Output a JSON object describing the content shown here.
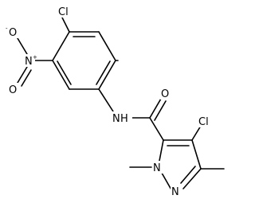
{
  "molecule": {
    "atoms": {
      "cl_top": "Cl",
      "n_nitro": "N",
      "n_nitro_charge": "+",
      "o_nitro_single": "O",
      "o_nitro_single_charge": "-",
      "o_nitro_double": "O",
      "n_amide": "N",
      "h_amide": "H",
      "o_carbonyl": "O",
      "cl_pyrazole": "Cl",
      "n1_pyrazole": "N",
      "n2_pyrazole": "N"
    }
  }
}
